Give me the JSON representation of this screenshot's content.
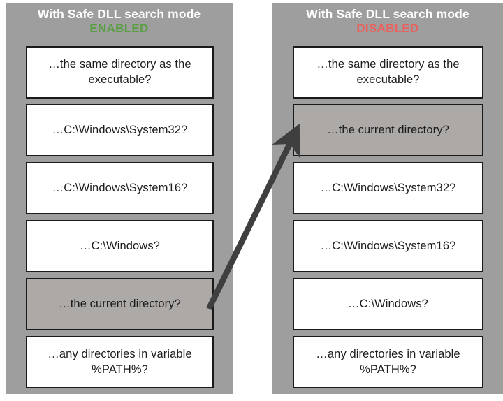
{
  "diagram": {
    "title_suffix": "?",
    "panels": [
      {
        "id": "enabled",
        "title": "With Safe DLL search mode",
        "state": "ENABLED",
        "state_color": "#5a9e43",
        "boxes": [
          {
            "label": "…the same directory as the executable?",
            "highlight": false
          },
          {
            "label": "…C:\\Windows\\System32?",
            "highlight": false
          },
          {
            "label": "…C:\\Windows\\System16?",
            "highlight": false
          },
          {
            "label": "…C:\\Windows?",
            "highlight": false
          },
          {
            "label": "…the current directory?",
            "highlight": true
          },
          {
            "label": "…any directories in variable %PATH%?",
            "highlight": false
          }
        ]
      },
      {
        "id": "disabled",
        "title": "With Safe DLL search mode",
        "state": "DISABLED",
        "state_color": "#e8635f",
        "boxes": [
          {
            "label": "…the same directory as the executable?",
            "highlight": false
          },
          {
            "label": "…the current directory?",
            "highlight": true
          },
          {
            "label": "…C:\\Windows\\System32?",
            "highlight": false
          },
          {
            "label": "…C:\\Windows\\System16?",
            "highlight": false
          },
          {
            "label": "…C:\\Windows?",
            "highlight": false
          },
          {
            "label": "…any directories in variable %PATH%?",
            "highlight": false
          }
        ]
      }
    ],
    "arrow": {
      "from": "enabled.current-directory",
      "to": "disabled.current-directory",
      "color": "#3f3f3f"
    },
    "colors": {
      "panel_background": "#9e9e9e",
      "box_background": "#ffffff",
      "box_highlight_background": "#ada9a6",
      "box_border": "#1a1a1a",
      "title_text": "#ffffff",
      "body_text": "#1c1c1c"
    }
  }
}
